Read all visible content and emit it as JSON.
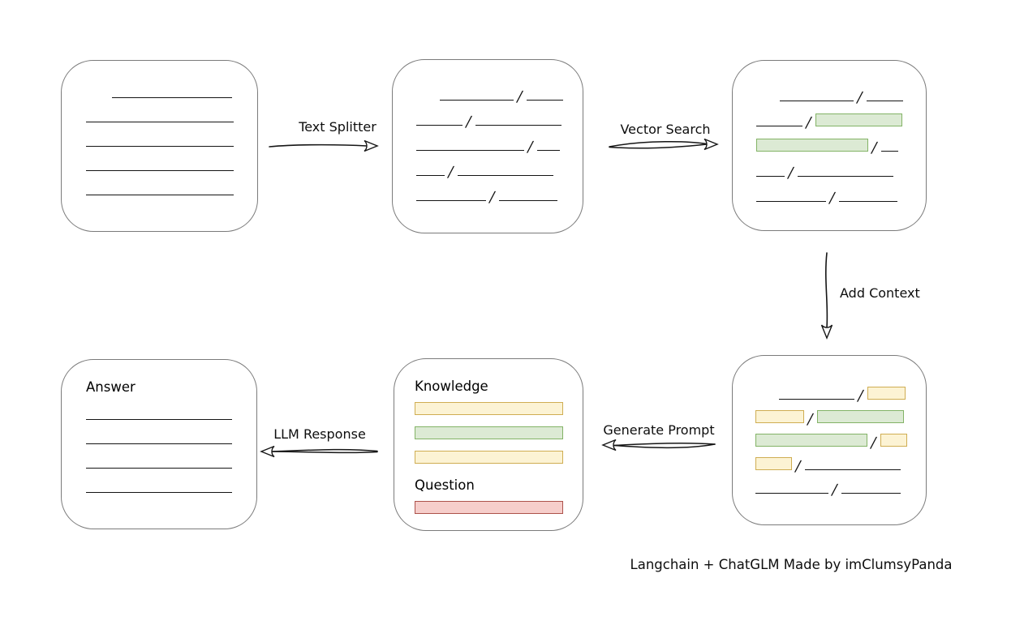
{
  "labels": {
    "text_splitter": "Text Splitter",
    "vector_search": "Vector Search",
    "add_context": "Add Context",
    "generate_prompt": "Generate Prompt",
    "llm_response": "LLM Response",
    "caption": "Langchain + ChatGLM Made by imClumsyPanda"
  },
  "slash": "/",
  "colors": {
    "ink": "#141414",
    "box_border": "#7b7b7b",
    "green_fill": "#dcead4",
    "green_border": "#83b366",
    "yellow_fill": "#fcf3d4",
    "yellow_border": "#cfad52",
    "red_fill": "#f6cecb",
    "red_border": "#ad524b"
  },
  "boxes": {
    "document": {
      "lines": [
        {
          "indent": 32,
          "w": 148
        },
        {
          "indent": 0,
          "w": 182
        },
        {
          "indent": 0,
          "w": 182
        },
        {
          "indent": 0,
          "w": 182
        },
        {
          "indent": 0,
          "w": 182
        }
      ]
    },
    "chunks": {
      "rows": [
        {
          "indent": 29,
          "segs": [
            {
              "t": "line",
              "w": 91
            },
            {
              "t": "slash"
            },
            {
              "t": "line",
              "w": 45
            }
          ]
        },
        {
          "indent": 0,
          "segs": [
            {
              "t": "line",
              "w": 57
            },
            {
              "t": "slash"
            },
            {
              "t": "line",
              "w": 106
            }
          ]
        },
        {
          "indent": 0,
          "segs": [
            {
              "t": "line",
              "w": 133
            },
            {
              "t": "slash"
            },
            {
              "t": "line",
              "w": 28
            }
          ]
        },
        {
          "indent": 0,
          "segs": [
            {
              "t": "line",
              "w": 35
            },
            {
              "t": "slash"
            },
            {
              "t": "line",
              "w": 118
            }
          ]
        },
        {
          "indent": 0,
          "segs": [
            {
              "t": "line",
              "w": 86
            },
            {
              "t": "slash"
            },
            {
              "t": "line",
              "w": 72
            }
          ]
        }
      ]
    },
    "matched_chunks": {
      "rows": [
        {
          "indent": 29,
          "segs": [
            {
              "t": "line",
              "w": 91
            },
            {
              "t": "slash"
            },
            {
              "t": "line",
              "w": 45
            }
          ]
        },
        {
          "indent": 0,
          "segs": [
            {
              "t": "line",
              "w": 57
            },
            {
              "t": "slash"
            },
            {
              "t": "chip",
              "c": "green",
              "w": 107
            }
          ]
        },
        {
          "indent": 0,
          "segs": [
            {
              "t": "chip",
              "c": "green",
              "w": 138
            },
            {
              "t": "slash"
            },
            {
              "t": "line",
              "w": 21
            }
          ]
        },
        {
          "indent": 0,
          "segs": [
            {
              "t": "line",
              "w": 35
            },
            {
              "t": "slash"
            },
            {
              "t": "line",
              "w": 118
            }
          ]
        },
        {
          "indent": 0,
          "segs": [
            {
              "t": "line",
              "w": 86
            },
            {
              "t": "slash"
            },
            {
              "t": "line",
              "w": 72
            }
          ]
        }
      ]
    },
    "context_chunks": {
      "rows": [
        {
          "indent": 29,
          "segs": [
            {
              "t": "line",
              "w": 93
            },
            {
              "t": "slash"
            },
            {
              "t": "chip",
              "c": "yellow",
              "w": 47
            }
          ]
        },
        {
          "indent": 0,
          "segs": [
            {
              "t": "chip",
              "c": "yellow",
              "w": 60
            },
            {
              "t": "slash"
            },
            {
              "t": "chip",
              "c": "green",
              "w": 107
            }
          ]
        },
        {
          "indent": 0,
          "segs": [
            {
              "t": "chip",
              "c": "green",
              "w": 138
            },
            {
              "t": "slash"
            },
            {
              "t": "chip",
              "c": "yellow",
              "w": 33
            }
          ]
        },
        {
          "indent": 0,
          "segs": [
            {
              "t": "chip",
              "c": "yellow",
              "w": 45
            },
            {
              "t": "slash"
            },
            {
              "t": "line",
              "w": 118
            }
          ]
        },
        {
          "indent": 0,
          "segs": [
            {
              "t": "line",
              "w": 90
            },
            {
              "t": "slash"
            },
            {
              "t": "line",
              "w": 73
            }
          ]
        }
      ]
    },
    "prompt": {
      "knowledge_label": "Knowledge",
      "question_label": "Question",
      "knowledge_bars": [
        {
          "c": "yellow",
          "w": 183
        },
        {
          "c": "green",
          "w": 183
        },
        {
          "c": "yellow",
          "w": 183
        }
      ],
      "question_bars": [
        {
          "c": "red",
          "w": 183
        }
      ]
    },
    "answer": {
      "label": "Answer",
      "lines": [
        {
          "indent": 0,
          "w": 180
        },
        {
          "indent": 0,
          "w": 180
        },
        {
          "indent": 0,
          "w": 180
        },
        {
          "indent": 0,
          "w": 180
        }
      ]
    }
  }
}
